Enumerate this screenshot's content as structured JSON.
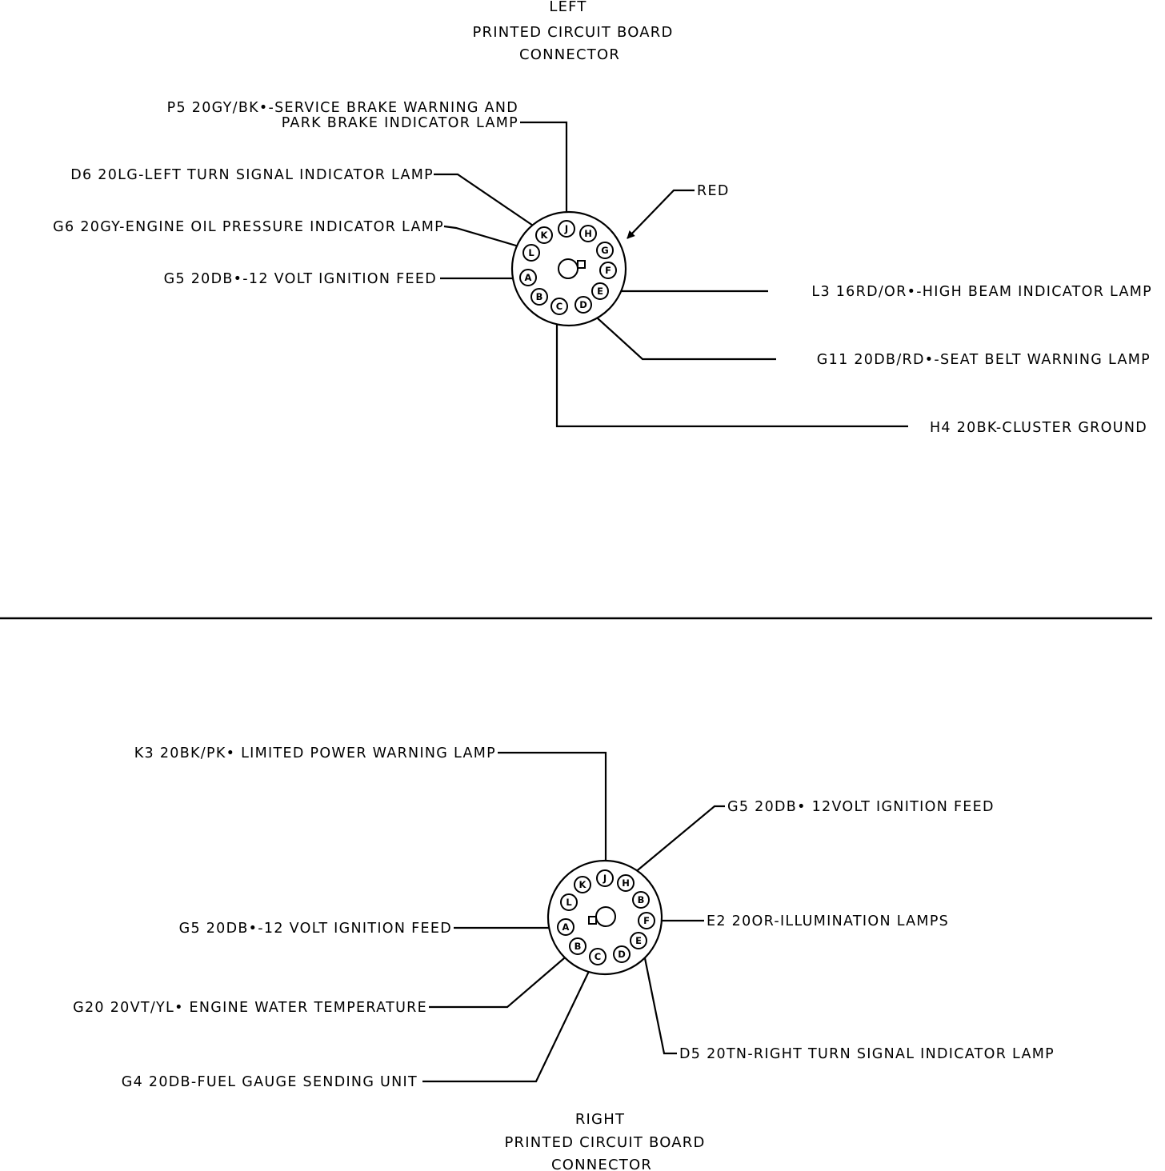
{
  "left_connector": {
    "title_lines": [
      "LEFT",
      "PRINTED CIRCUIT BOARD",
      "CONNECTOR"
    ],
    "pins": [
      "K",
      "J",
      "H",
      "G",
      "F",
      "E",
      "D",
      "C",
      "B",
      "A",
      "L"
    ],
    "labels": {
      "p5_line1": "P5 20GY/BK•-SERVICE BRAKE WARNING AND",
      "p5_line2": "PARK BRAKE INDICATOR LAMP",
      "d6": "D6 20LG-LEFT TURN SIGNAL INDICATOR LAMP",
      "g6": "G6 20GY-ENGINE OIL PRESSURE INDICATOR LAMP",
      "g5": "G5 20DB•-12 VOLT IGNITION FEED",
      "red": "RED",
      "l3": "L3 16RD/OR•-HIGH BEAM INDICATOR LAMP",
      "g11": "G11 20DB/RD•-SEAT BELT WARNING LAMP",
      "h4": "H4 20BK-CLUSTER GROUND"
    }
  },
  "right_connector": {
    "title_lines": [
      "RIGHT",
      "PRINTED CIRCUIT BOARD",
      "CONNECTOR"
    ],
    "pins": [
      "K",
      "J",
      "H",
      "B",
      "F",
      "E",
      "D",
      "C",
      "B",
      "A",
      "L"
    ],
    "labels": {
      "k3": "K3 20BK/PK• LIMITED POWER WARNING LAMP",
      "g5_top": "G5 20DB• 12VOLT IGNITION FEED",
      "g5_left": "G5 20DB•-12 VOLT IGNITION FEED",
      "e2": "E2 20OR-ILLUMINATION LAMPS",
      "g20": "G20 20VT/YL• ENGINE WATER TEMPERATURE",
      "d5": "D5 20TN-RIGHT TURN SIGNAL INDICATOR LAMP",
      "g4": "G4 20DB-FUEL GAUGE SENDING UNIT"
    }
  }
}
